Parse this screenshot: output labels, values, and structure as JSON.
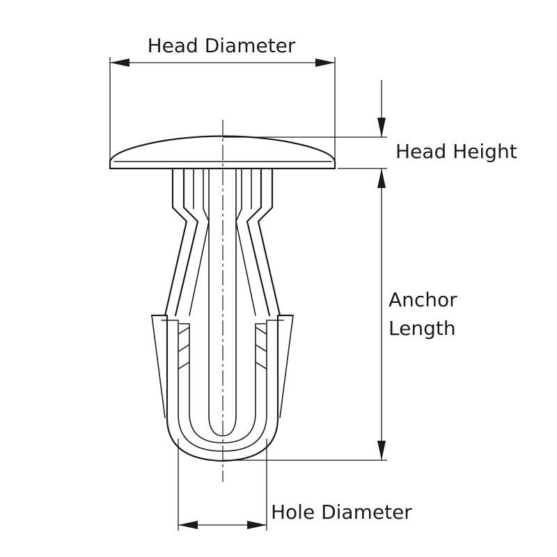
{
  "diagram": {
    "head_diameter_label": "Head Diameter",
    "head_height_label": "Head Height",
    "anchor_length_label_line1": "Anchor",
    "anchor_length_label_line2": "Length",
    "hole_diameter_label": "Hole Diameter"
  },
  "colors": {
    "line": "#1a1a1a",
    "background": "#ffffff"
  }
}
